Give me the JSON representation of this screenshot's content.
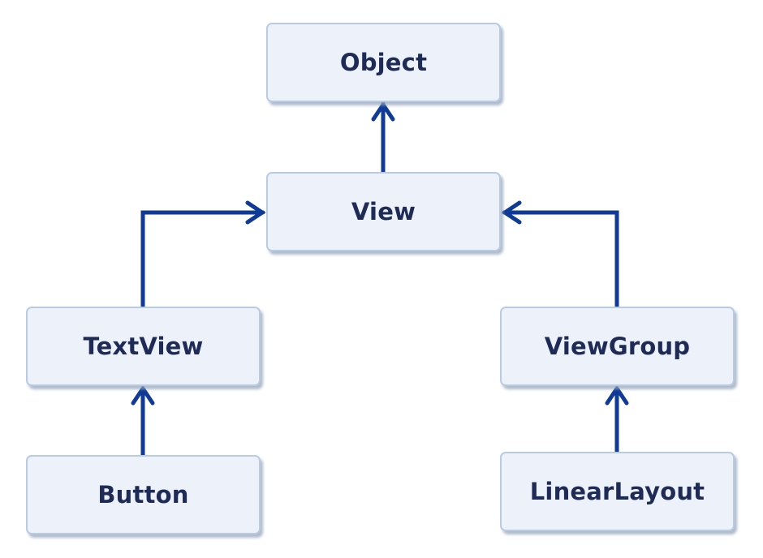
{
  "diagram": {
    "nodes": {
      "object": "Object",
      "view": "View",
      "textview": "TextView",
      "viewgroup": "ViewGroup",
      "button": "Button",
      "linearlayout": "LinearLayout"
    },
    "edges": [
      {
        "from": "view",
        "to": "object"
      },
      {
        "from": "textview",
        "to": "view"
      },
      {
        "from": "viewgroup",
        "to": "view"
      },
      {
        "from": "button",
        "to": "textview"
      },
      {
        "from": "linearlayout",
        "to": "viewgroup"
      }
    ],
    "colors": {
      "arrow": "#0f3a96",
      "box_fill": "#edf2fa",
      "box_border": "#b9cbe3",
      "text": "#1f2b57"
    }
  }
}
